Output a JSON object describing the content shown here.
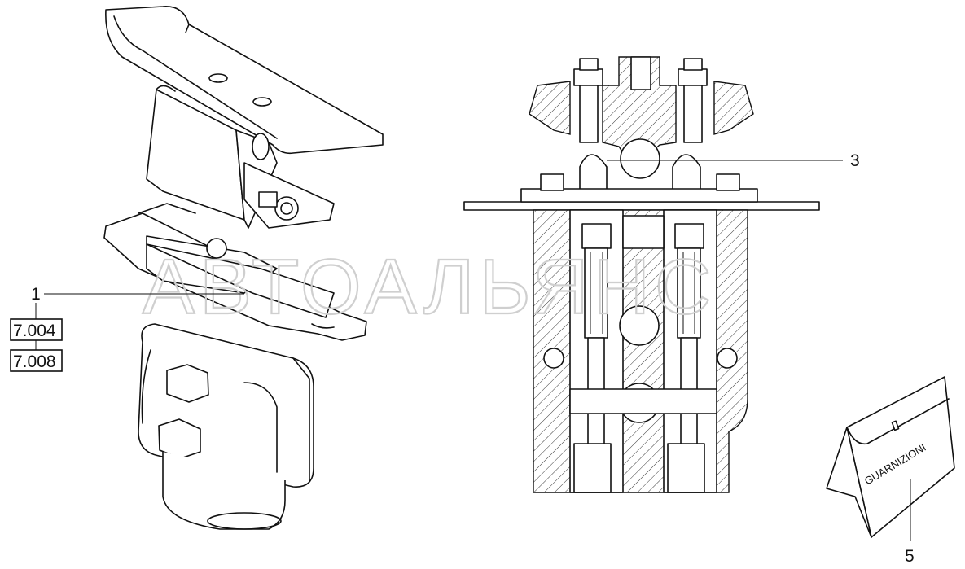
{
  "watermark": "АВТОАЛЬЯНС",
  "callouts": {
    "part1": "1",
    "part3": "3",
    "part5": "5"
  },
  "references": {
    "ref_a": "7.004",
    "ref_b": "7.008"
  },
  "card_label": "GUARNIZIONI"
}
